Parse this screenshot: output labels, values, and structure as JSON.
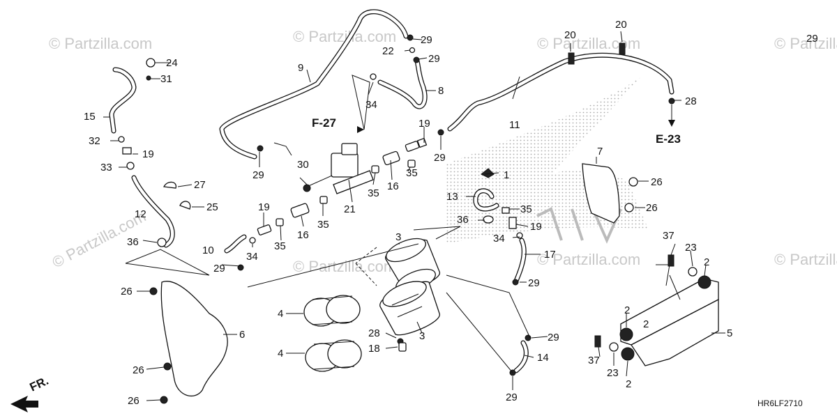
{
  "diagram": {
    "drawing_code": "HR6LF2710",
    "front_label": "FR.",
    "watermark": "© Partzilla.com",
    "references": [
      "F-27",
      "E-23"
    ],
    "callouts": [
      "1",
      "2",
      "2",
      "2",
      "2",
      "3",
      "3",
      "4",
      "4",
      "5",
      "6",
      "7",
      "8",
      "9",
      "10",
      "11",
      "12",
      "13",
      "14",
      "15",
      "16",
      "16",
      "17",
      "18",
      "19",
      "19",
      "19",
      "19",
      "20",
      "20",
      "21",
      "22",
      "23",
      "23",
      "24",
      "25",
      "26",
      "26",
      "26",
      "26",
      "26",
      "27",
      "28",
      "28",
      "29",
      "29",
      "29",
      "29",
      "29",
      "29",
      "29",
      "29",
      "29",
      "30",
      "31",
      "32",
      "33",
      "34",
      "34",
      "34",
      "35",
      "35",
      "35",
      "35",
      "35",
      "36",
      "36",
      "37",
      "37"
    ]
  }
}
